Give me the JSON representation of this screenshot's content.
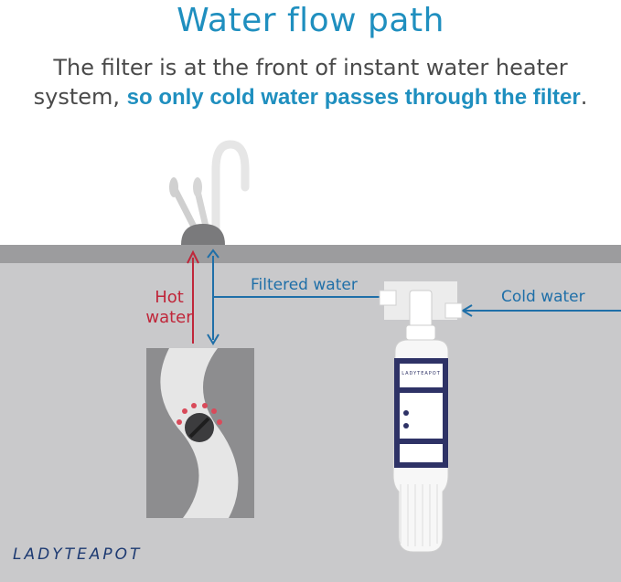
{
  "title": "Water flow path",
  "subtitle_line1": "The filter is at the front of instant water heater",
  "subtitle_line2_plain": "system, ",
  "subtitle_line2_highlight": "so only cold water passes through the filter",
  "subtitle_line2_end": ".",
  "labels": {
    "hot_line1": "Hot",
    "hot_line2": "water",
    "filtered": "Filtered water",
    "cold": "Cold water"
  },
  "brand": "LADYTEAPOT",
  "filter_brand": "LADYTEAPOT",
  "colors": {
    "title": "#1f8fbf",
    "hot": "#c0263a",
    "cold": "#1f6fa8",
    "counter": "#9c9c9e",
    "cabinet": "#c9c9cb"
  }
}
